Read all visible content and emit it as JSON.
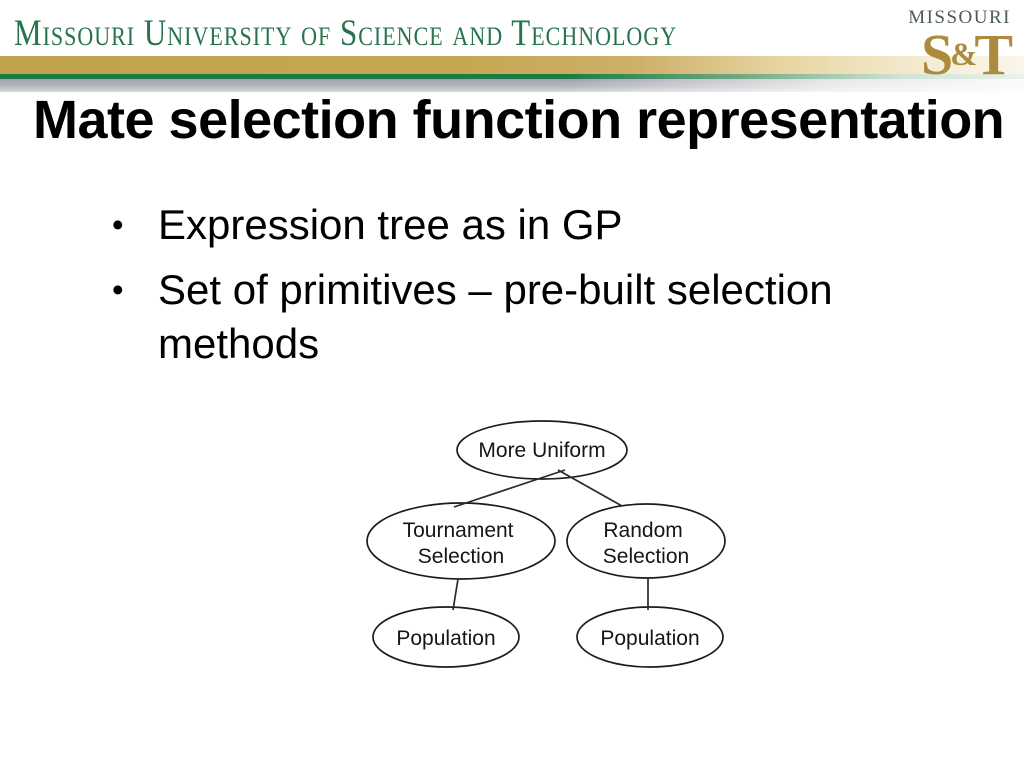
{
  "header": {
    "university_name": "Missouri University of Science and Technology",
    "logo": {
      "missouri": "MISSOURI",
      "s": "S",
      "amp": "&",
      "t": "T"
    },
    "brand_colors": {
      "header_green": "#26734d",
      "stripe_gold": "#c1a24c",
      "stripe_green": "#1d7a45",
      "stripe_gray": "#9fa3aa",
      "logo_gold": "#ac8b3e",
      "logo_gray_green": "#4d5c52"
    }
  },
  "slide": {
    "title": "Mate selection function representation",
    "bullet_char": "•",
    "bullets": [
      {
        "line1": "Expression tree as in GP"
      },
      {
        "line1": "Set of primitives – pre-built selection",
        "line2": "methods"
      }
    ]
  },
  "diagram": {
    "root": {
      "label": "More Uniform"
    },
    "left": {
      "line1": "Tournament",
      "line2": "Selection"
    },
    "right": {
      "line1": "Random",
      "line2": "Selection"
    },
    "left_leaf": {
      "label": "Population"
    },
    "right_leaf": {
      "label": "Population"
    }
  }
}
